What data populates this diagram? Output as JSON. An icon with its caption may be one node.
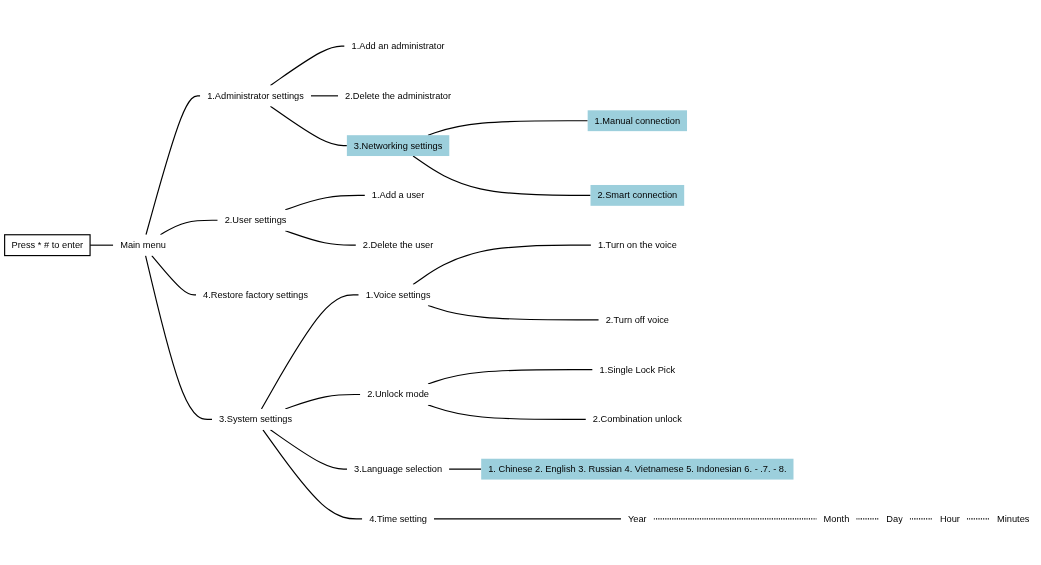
{
  "diagram": {
    "nodes": [
      {
        "text": [
          "Press * # to enter"
        ]
      },
      {
        "text": [
          "Main menu"
        ]
      },
      {
        "text": [
          "1.Administrator settings"
        ]
      },
      {
        "text": [
          "1.Add an administrator"
        ]
      },
      {
        "text": [
          "2.Delete the administrator"
        ]
      },
      {
        "text": [
          "3.Networking settings"
        ]
      },
      {
        "text": [
          "1.Manual connection"
        ]
      },
      {
        "text": [
          "2.Smart connection"
        ]
      },
      {
        "text": [
          "2.User settings"
        ]
      },
      {
        "text": [
          "1.Add a user"
        ]
      },
      {
        "text": [
          "2.Delete the user"
        ]
      },
      {
        "text": [
          "3.System settings"
        ]
      },
      {
        "text": [
          "1.Voice settings"
        ]
      },
      {
        "text": [
          "1.Turn on the voice"
        ]
      },
      {
        "text": [
          "2.Turn off voice"
        ]
      },
      {
        "text": [
          "2.Unlock mode"
        ]
      },
      {
        "text": [
          "1.Single Lock Pick"
        ]
      },
      {
        "text": [
          "2.Combination unlock"
        ]
      },
      {
        "text": [
          "3.Language selection"
        ]
      },
      {
        "text": [
          "1. Chinese 2. English 3. Russian 4. Vietnamese 5. Indonesian 6. - .7. - 8."
        ]
      },
      {
        "text": [
          "4.Time setting"
        ]
      },
      {
        "text": [
          "Year"
        ]
      },
      {
        "text": [
          "Month"
        ]
      },
      {
        "text": [
          "Day"
        ]
      },
      {
        "text": [
          "Hour"
        ]
      },
      {
        "text": [
          "Minutes"
        ]
      },
      {
        "text": [
          "4.Restore factory settings"
        ]
      }
    ],
    "edges": [
      {
        "from": 0,
        "to": 1,
        "arrow": "none"
      },
      {
        "from": 1,
        "to": 2,
        "arrow": "none"
      },
      {
        "from": 1,
        "to": 8,
        "arrow": "none"
      },
      {
        "from": 1,
        "to": 11,
        "arrow": "none"
      },
      {
        "from": 1,
        "to": 26,
        "arrow": "none"
      },
      {
        "from": 2,
        "to": 3,
        "arrow": "none"
      },
      {
        "from": 2,
        "to": 4,
        "arrow": "none"
      },
      {
        "from": 2,
        "to": 5,
        "arrow": "none"
      },
      {
        "from": 5,
        "to": 6,
        "arrow": "none"
      },
      {
        "from": 5,
        "to": 7,
        "arrow": "none"
      },
      {
        "from": 8,
        "to": 9,
        "arrow": "none"
      },
      {
        "from": 8,
        "to": 10,
        "arrow": "none"
      },
      {
        "from": 11,
        "to": 12,
        "arrow": "none"
      },
      {
        "from": 11,
        "to": 15,
        "arrow": "none"
      },
      {
        "from": 11,
        "to": 18,
        "arrow": "none"
      },
      {
        "from": 11,
        "to": 20,
        "arrow": "none"
      },
      {
        "from": 12,
        "to": 13,
        "arrow": "none"
      },
      {
        "from": 12,
        "to": 14,
        "arrow": "none"
      },
      {
        "from": 15,
        "to": 16,
        "arrow": "none"
      },
      {
        "from": 15,
        "to": 17,
        "arrow": "none"
      },
      {
        "from": 18,
        "to": 19,
        "arrow": "none"
      },
      {
        "from": 20,
        "to": 21,
        "arrow": "none"
      },
      {
        "from": 21,
        "to": 22,
        "arrow": "none",
        "style": "dashed"
      },
      {
        "from": 22,
        "to": 23,
        "arrow": "none",
        "style": "dashed"
      },
      {
        "from": 23,
        "to": 24,
        "arrow": "none",
        "style": "dashed"
      },
      {
        "from": 24,
        "to": 25,
        "arrow": "none",
        "style": "dashed"
      }
    ]
  }
}
